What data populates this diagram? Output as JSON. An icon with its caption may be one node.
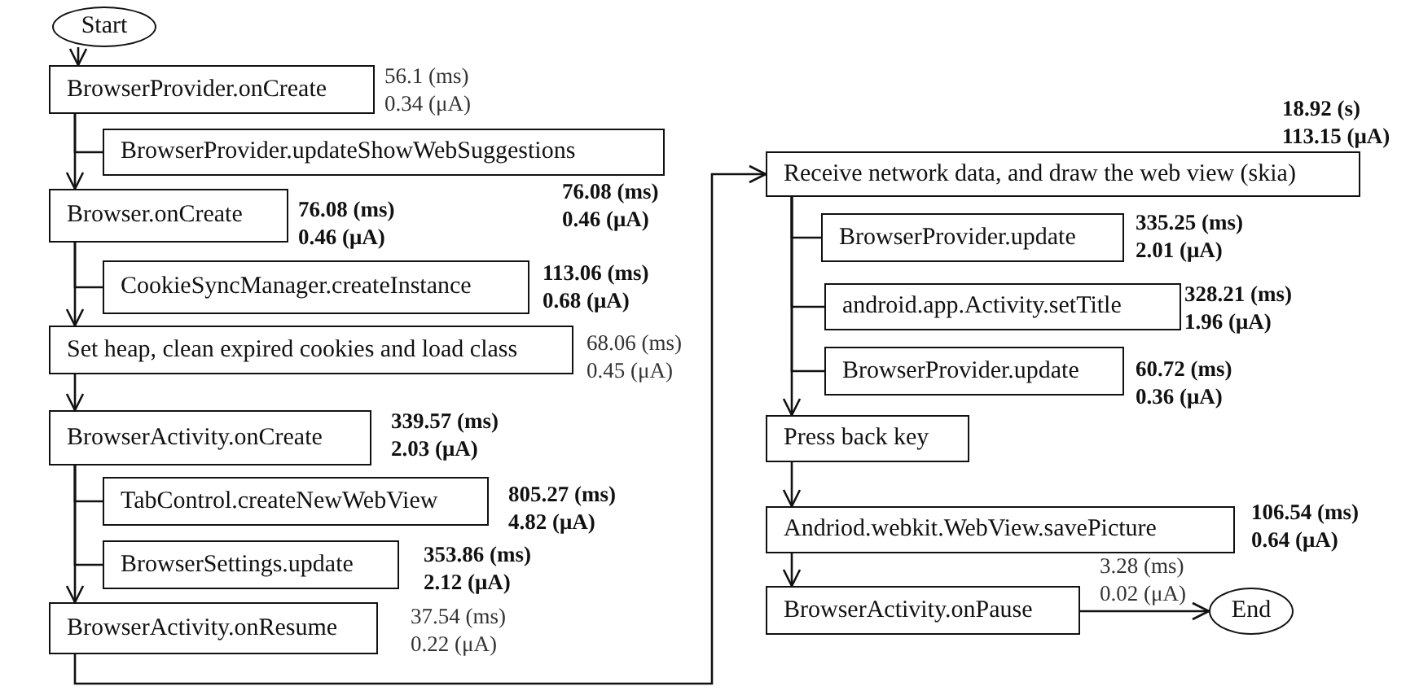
{
  "diagram": {
    "nodes": [
      {
        "text": [
          "Start"
        ]
      },
      {
        "text": [
          "BrowserProvider.onCreate"
        ],
        "beside": [
          "56.1 (ms)",
          "0.34 (μA)"
        ]
      },
      {
        "text": [
          "BrowserProvider.updateShowWebSuggestions"
        ],
        "beside": [
          "76.08 (ms)",
          "0.46 (μA)"
        ]
      },
      {
        "text": [
          "Browser.onCreate"
        ],
        "beside": [
          "76.08 (ms)",
          "0.46 (μA)"
        ]
      },
      {
        "text": [
          "CookieSyncManager.createInstance"
        ],
        "beside": [
          "113.06 (ms)",
          "0.68 (μA)"
        ]
      },
      {
        "text": [
          "Set heap, clean expired cookies and load class"
        ],
        "beside": [
          "68.06 (ms)",
          "0.45 (μA)"
        ]
      },
      {
        "text": [
          "BrowserActivity.onCreate"
        ],
        "beside": [
          "339.57 (ms)",
          "2.03 (μA)"
        ]
      },
      {
        "text": [
          "TabControl.createNewWebView"
        ],
        "beside": [
          "805.27 (ms)",
          "4.82 (μA)"
        ]
      },
      {
        "text": [
          "BrowserSettings.update"
        ],
        "beside": [
          "353.86 (ms)",
          "2.12 (μA)"
        ]
      },
      {
        "text": [
          "BrowserActivity.onResume"
        ],
        "beside": [
          "37.54 (ms)",
          "0.22 (μA)"
        ]
      },
      {
        "text": [
          "Receive network data, and draw the web view (skia)"
        ],
        "beside": [
          "18.92 (s)",
          "113.15 (μA)"
        ]
      },
      {
        "text": [
          "BrowserProvider.update"
        ],
        "beside": [
          "335.25 (ms)",
          "2.01 (μA)"
        ]
      },
      {
        "text": [
          "android.app.Activity.setTitle"
        ],
        "beside": [
          "328.21 (ms)",
          "1.96 (μA)"
        ]
      },
      {
        "text": [
          "BrowserProvider.update"
        ],
        "beside": [
          "60.72 (ms)",
          "0.36 (μA)"
        ]
      },
      {
        "text": [
          "Press back key"
        ]
      },
      {
        "text": [
          "Andriod.webkit.WebView.savePicture"
        ],
        "beside": [
          "106.54 (ms)",
          "0.64 (μA)"
        ]
      },
      {
        "text": [
          "BrowserActivity.onPause"
        ],
        "beside": [
          "3.28 (ms)",
          "0.02 (μA)"
        ]
      },
      {
        "text": [
          "End"
        ]
      }
    ],
    "edges": [
      {
        "from": 0,
        "to": 1,
        "arrow": "to"
      },
      {
        "from": 1,
        "to": 2,
        "arrow": "none"
      },
      {
        "from": 1,
        "to": 3,
        "arrow": "to"
      },
      {
        "from": 3,
        "to": 4,
        "arrow": "none"
      },
      {
        "from": 3,
        "to": 5,
        "arrow": "to"
      },
      {
        "from": 5,
        "to": 6,
        "arrow": "to"
      },
      {
        "from": 6,
        "to": 7,
        "arrow": "none"
      },
      {
        "from": 6,
        "to": 8,
        "arrow": "none"
      },
      {
        "from": 6,
        "to": 9,
        "arrow": "to"
      },
      {
        "from": 9,
        "to": 10,
        "arrow": "to"
      },
      {
        "from": 10,
        "to": 11,
        "arrow": "none"
      },
      {
        "from": 10,
        "to": 12,
        "arrow": "none"
      },
      {
        "from": 10,
        "to": 13,
        "arrow": "none"
      },
      {
        "from": 10,
        "to": 14,
        "arrow": "to"
      },
      {
        "from": 14,
        "to": 15,
        "arrow": "to"
      },
      {
        "from": 15,
        "to": 16,
        "arrow": "to"
      },
      {
        "from": 16,
        "to": 17,
        "arrow": "to"
      }
    ]
  }
}
